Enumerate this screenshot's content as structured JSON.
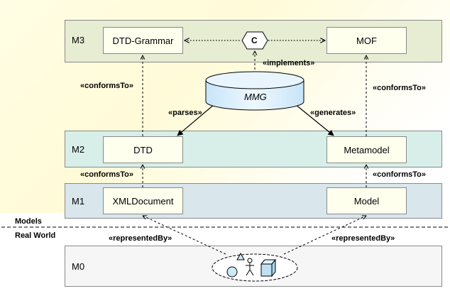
{
  "levels": {
    "m3": {
      "label": "M3",
      "left_box": "DTD-Grammar",
      "right_box": "MOF",
      "center_symbol": "C"
    },
    "m2": {
      "label": "M2",
      "left_box": "DTD",
      "right_box": "Metamodel"
    },
    "m1": {
      "label": "M1",
      "left_box": "XMLDocument",
      "right_box": "Model"
    },
    "m0": {
      "label": "M0"
    }
  },
  "tool": {
    "name": "MMG"
  },
  "relations": {
    "implements": "«implements»",
    "conforms_to": "«conformsTo»",
    "parses": "«parses»",
    "generates": "«generates»",
    "represented_by": "«representedBy»"
  },
  "divider": {
    "upper": "Models",
    "lower": "Real World"
  },
  "colors": {
    "m3_band": "#e6edd2",
    "m2_band": "#d8efe9",
    "m1_band": "#d9e6ec",
    "m0_band": "#f6f6f6",
    "element_box": "#ffffee",
    "tool_cylinder": "#dceefa"
  }
}
